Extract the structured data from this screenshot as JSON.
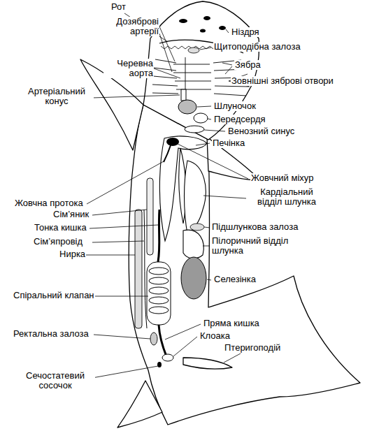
{
  "diagram": {
    "labels": [
      "Рот",
      "Дозяброві артерії",
      "Ніздря",
      "Черевна аорта",
      "Щитоподібна залоза",
      "Зябра",
      "Артеріальний конус",
      "Зовнішні зяброві отвори",
      "Шлуночок",
      "Передсердя",
      "Венозний синус",
      "Печінка",
      "Жовчний міхур",
      "Жовчна протока",
      "Кардіальний відділ шлунка",
      "Сім’яник",
      "Тонка кишка",
      "Підшлункова залоза",
      "Сім’япровід",
      "Пілоричний відділ шлунка",
      "Нирка",
      "Селезінка",
      "Спіральний клапан",
      "Пряма кишка",
      "Ректальна залоза",
      "Клоака",
      "Птеригоподій",
      "Сечостатевий сосочок"
    ]
  }
}
